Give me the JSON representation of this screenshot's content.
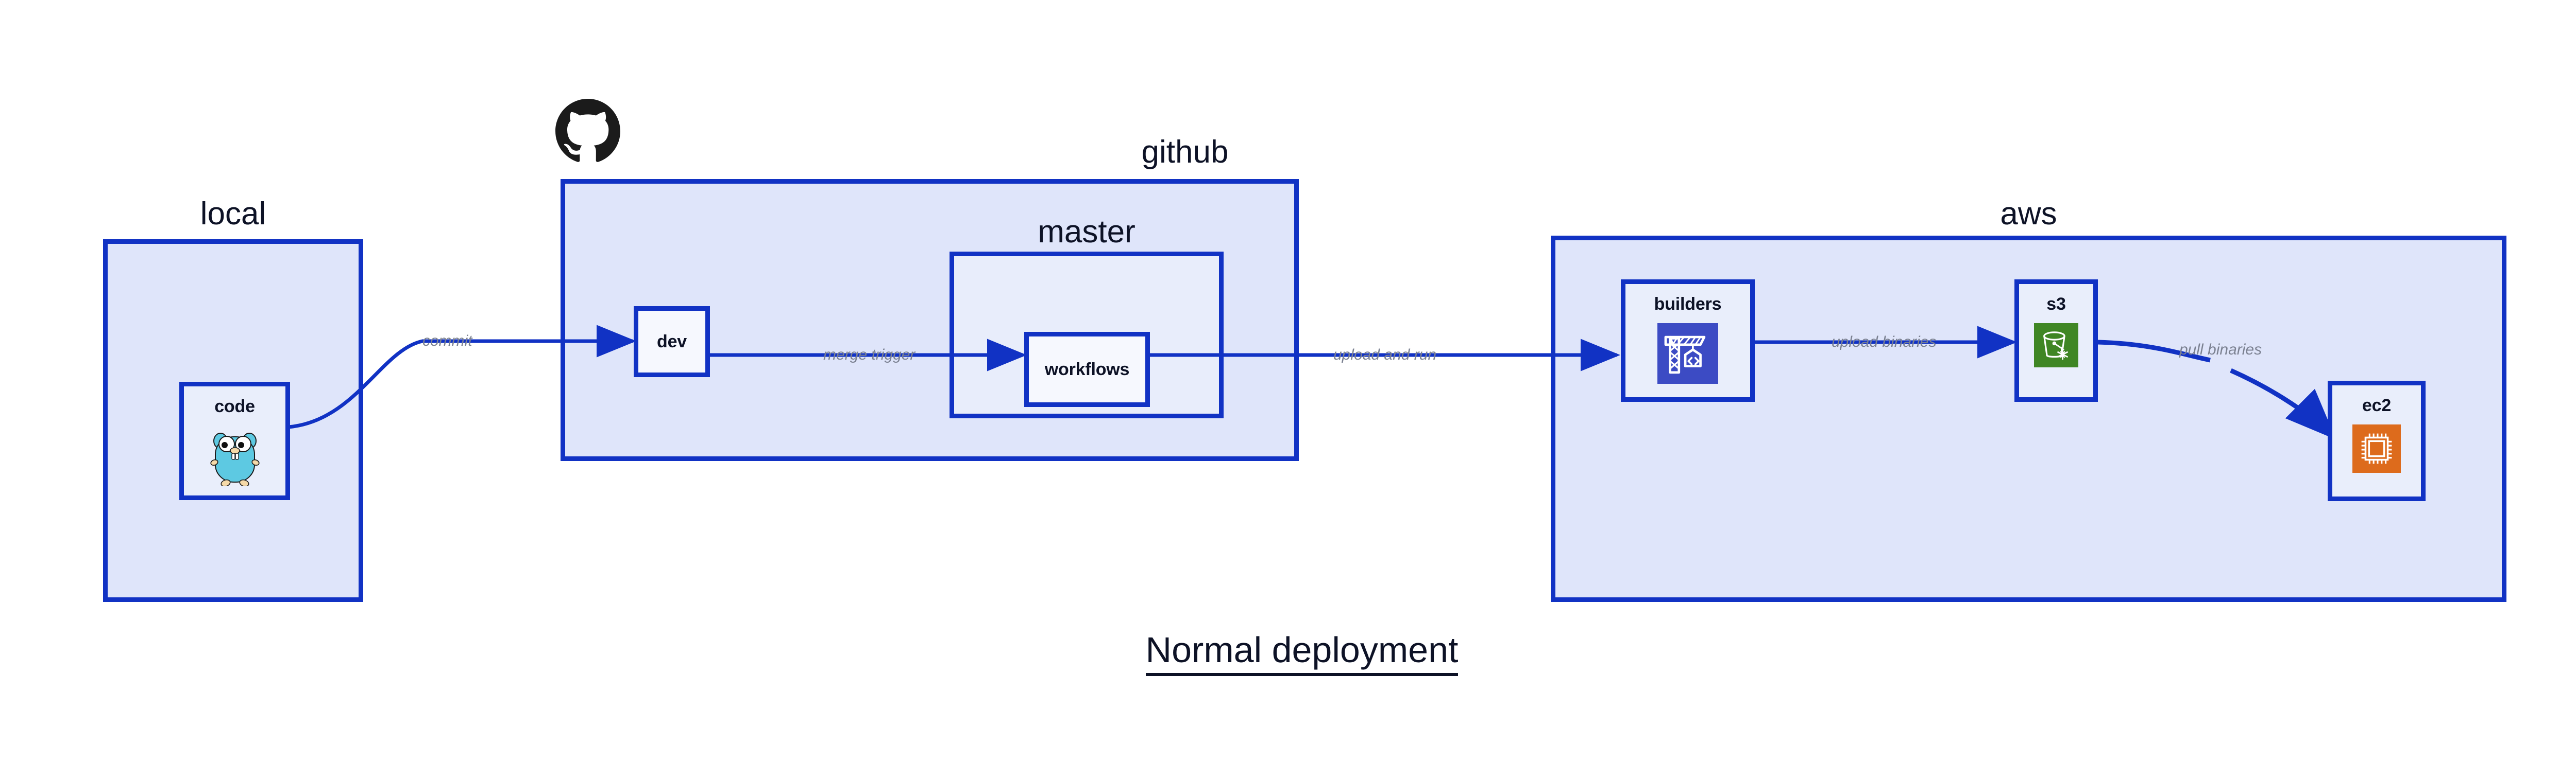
{
  "diagram": {
    "title": "Normal deployment",
    "accent_color": "#1132c4",
    "group_fill": "#dfe5fa",
    "node_fill": "#e9eefb",
    "label_color": "#7b8191",
    "text_color": "#0d1226"
  },
  "groups": {
    "local": {
      "label": "local"
    },
    "github": {
      "label": "github"
    },
    "master": {
      "label": "master"
    },
    "aws": {
      "label": "aws"
    }
  },
  "nodes": {
    "code": {
      "label": "code",
      "icon": "go-gopher-icon",
      "icon_color": "#5dc9e2"
    },
    "dev": {
      "label": "dev",
      "icon": "none"
    },
    "workflows": {
      "label": "workflows",
      "icon": "none"
    },
    "builders": {
      "label": "builders",
      "icon": "aws-codebuild-crane-icon",
      "icon_color": "#3c4bc4"
    },
    "s3": {
      "label": "s3",
      "icon": "aws-s3-glacier-bucket-icon",
      "icon_color": "#3f8624"
    },
    "ec2": {
      "label": "ec2",
      "icon": "aws-ec2-chip-icon",
      "icon_color": "#dd6b1c"
    }
  },
  "edges": [
    {
      "id": "commit",
      "label": "commit",
      "from": "code",
      "to": "dev"
    },
    {
      "id": "merge-trigger",
      "label": "merge trigger",
      "from": "dev",
      "to": "workflows"
    },
    {
      "id": "upload-and-run",
      "label": "upload and run",
      "from": "workflows",
      "to": "builders"
    },
    {
      "id": "upload-binaries",
      "label": "upload binaries",
      "from": "builders",
      "to": "s3"
    },
    {
      "id": "pull-binaries",
      "label": "pull binaries",
      "from": "s3",
      "to": "ec2"
    }
  ],
  "logos": {
    "github": {
      "name": "github-octocat-logo",
      "color": "#1b1b1b"
    }
  }
}
